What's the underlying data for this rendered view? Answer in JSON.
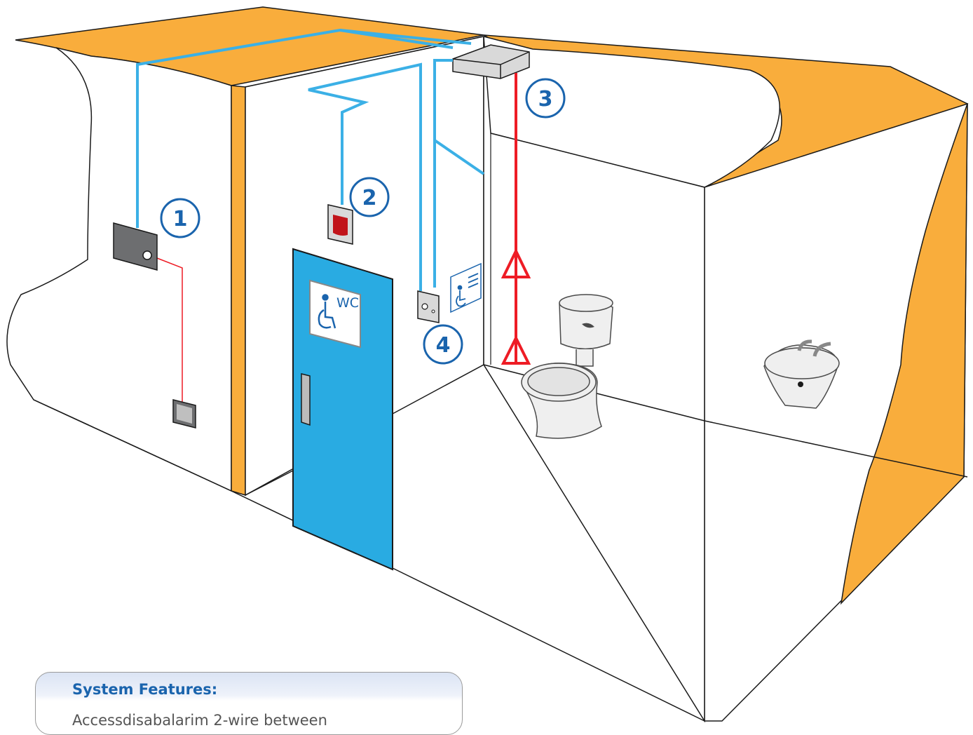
{
  "callouts": [
    {
      "label": "1"
    },
    {
      "label": "2"
    },
    {
      "label": "3"
    },
    {
      "label": "4"
    }
  ],
  "door_sign": {
    "text": "WC",
    "icon": "wheelchair-icon"
  },
  "features_panel": {
    "title": "System Features:",
    "first_line": "Accessdisabalarim 2-wire between"
  },
  "colors": {
    "ceiling": "#f9ad3c",
    "door": "#29abe2",
    "data_cable": "#3bb0e6",
    "pull_cord": "#ee1c25",
    "callout": "#1a64ad"
  }
}
